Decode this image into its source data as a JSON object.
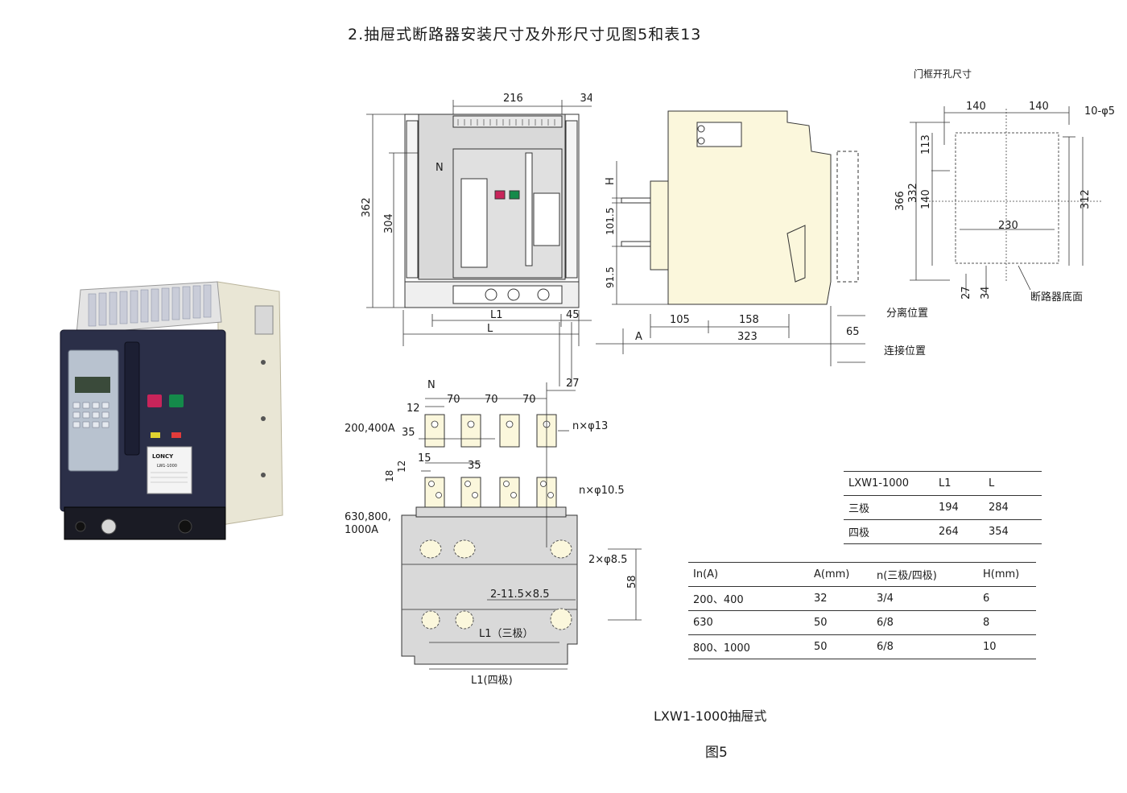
{
  "title": "2.抽屉式断路器安装尺寸及外形尺寸见图5和表13",
  "caption": "LXW1-1000抽屉式",
  "figure_label": "图5",
  "product": {
    "brand": "LONCY",
    "model_plate": "LW1-1000"
  },
  "front_view": {
    "dims": {
      "d216": "216",
      "d34": "34",
      "d362": "362",
      "d304": "304",
      "L1": "L1",
      "L": "L",
      "d45": "45",
      "N": "N"
    }
  },
  "side_view": {
    "dims": {
      "H": "H",
      "d101_5": "101.5",
      "d91_5": "91.5",
      "d105": "105",
      "d158": "158",
      "d323": "323",
      "A": "A",
      "d65": "65"
    },
    "labels": {
      "separate": "分离位置",
      "connect": "连接位置"
    }
  },
  "door_cutout": {
    "heading": "门框开孔尺寸",
    "dims": {
      "d140a": "140",
      "d140b": "140",
      "holes": "10-φ5",
      "d366": "366",
      "d332": "332",
      "d113": "113",
      "d140c": "140",
      "d312": "312",
      "d230": "230",
      "d27": "27",
      "d34": "34"
    },
    "bottom_label": "断路器底面"
  },
  "terminal_view": {
    "labels": {
      "N": "N",
      "d70a": "70",
      "d70b": "70",
      "d70c": "70",
      "d27": "27",
      "d12a": "12",
      "amp_200_400": "200,400A",
      "d35a": "35",
      "hole13": "n×φ13",
      "d15": "15",
      "d35b": "35",
      "d12b": "12",
      "d18": "18",
      "hole10_5": "n×φ10.5",
      "amp_630_1000_a": "630,800,",
      "amp_630_1000_b": "1000A",
      "hole8_5": "2×φ8.5",
      "d58": "58",
      "slot": "2-11.5×8.5",
      "L1_three": "L1（三极）",
      "L1_four": "L1(四极)"
    }
  },
  "table_poles": {
    "headers": [
      "LXW1-1000",
      "L1",
      "L"
    ],
    "rows": [
      [
        "三极",
        "194",
        "284"
      ],
      [
        "四极",
        "264",
        "354"
      ]
    ]
  },
  "table_current": {
    "headers": [
      "In(A)",
      "A(mm)",
      "n(三极/四极)",
      "H(mm)"
    ],
    "rows": [
      [
        "200、400",
        "32",
        "3/4",
        "6"
      ],
      [
        "630",
        "50",
        "6/8",
        "8"
      ],
      [
        "800、1000",
        "50",
        "6/8",
        "10"
      ]
    ]
  },
  "colors": {
    "housing": "#fbf7dc",
    "panel": "#d9d9d9",
    "breaker_body": "#2b2f48",
    "line": "#333333"
  }
}
